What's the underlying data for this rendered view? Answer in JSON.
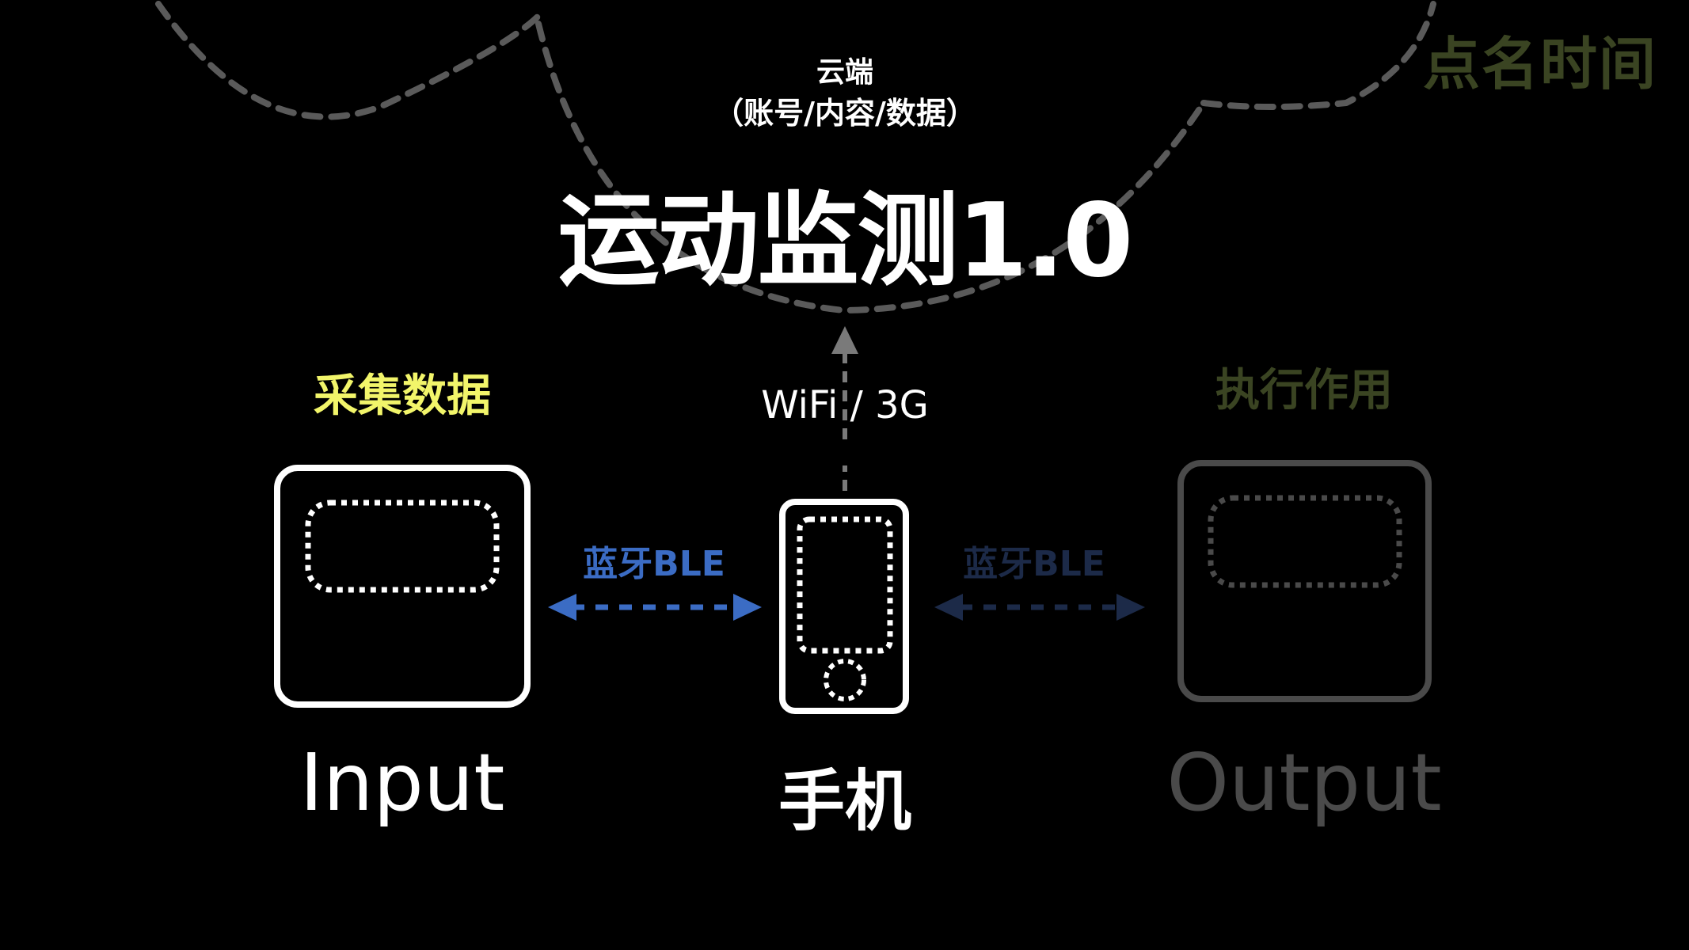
{
  "corner_label": "点名时间",
  "cloud": {
    "title": "云端",
    "subtitle": "（账号/内容/数据）"
  },
  "main_title": "运动监测1.0",
  "uplink_label": "WiFi / 3G",
  "input": {
    "top_label": "采集数据",
    "label": "Input",
    "device_icon": "sensor-device-icon"
  },
  "phone": {
    "label": "手机",
    "device_icon": "phone-icon"
  },
  "output": {
    "top_label": "执行作用",
    "label": "Output",
    "device_icon": "actuator-device-icon"
  },
  "links": {
    "left_label": "蓝牙BLE",
    "right_label": "蓝牙BLE"
  },
  "colors": {
    "background": "#000000",
    "primary_text": "#ffffff",
    "input_highlight": "#f2f56a",
    "output_dim": "#3a4422",
    "corner_dim": "#3a4422",
    "ble_active": "#3b6cc4",
    "ble_dim": "#1c2a48",
    "cloud_dash": "#5a5a5a",
    "output_frame": "#4a4a4a"
  }
}
